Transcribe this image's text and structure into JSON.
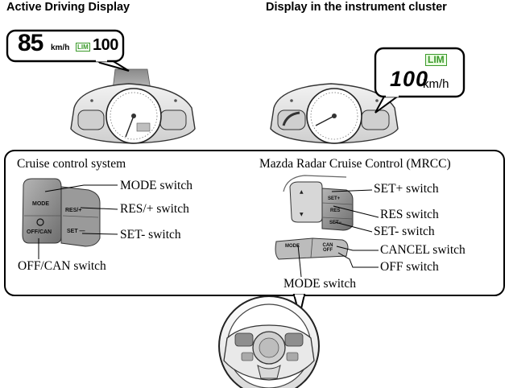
{
  "headings": {
    "left": "Active Driving Display",
    "right": "Display in the instrument cluster"
  },
  "active_driving_display": {
    "speed": "85",
    "unit": "km/h",
    "lim_badge": "LIM",
    "limit_value": "100"
  },
  "instrument_cluster_display": {
    "lim_badge": "LIM",
    "limit_value": "100",
    "unit": "km/h"
  },
  "cruise_control_system": {
    "title": "Cruise control system",
    "labels": {
      "mode": "MODE switch",
      "res_plus": "RES/+ switch",
      "set_minus": "SET- switch",
      "off_can": "OFF/CAN switch"
    },
    "switch_text": {
      "mode": "MODE",
      "res": "RES/+",
      "set": "SET —",
      "off_can": "OFF/CAN"
    }
  },
  "mrcc": {
    "title": "Mazda Radar Cruise Control (MRCC)",
    "labels": {
      "set_plus": "SET+ switch",
      "res": "RES switch",
      "set_minus": "SET- switch",
      "cancel": "CANCEL switch",
      "off": "OFF switch",
      "mode": "MODE switch"
    },
    "switch_text": {
      "set_plus": "SET+",
      "res": "RES",
      "set_minus": "SET−",
      "mode": "MODE",
      "can_off": "CAN OFF"
    }
  },
  "colors": {
    "lim_green": "#3a9a2a",
    "line": "#000000",
    "switch_gray": "#8c8c8c"
  }
}
